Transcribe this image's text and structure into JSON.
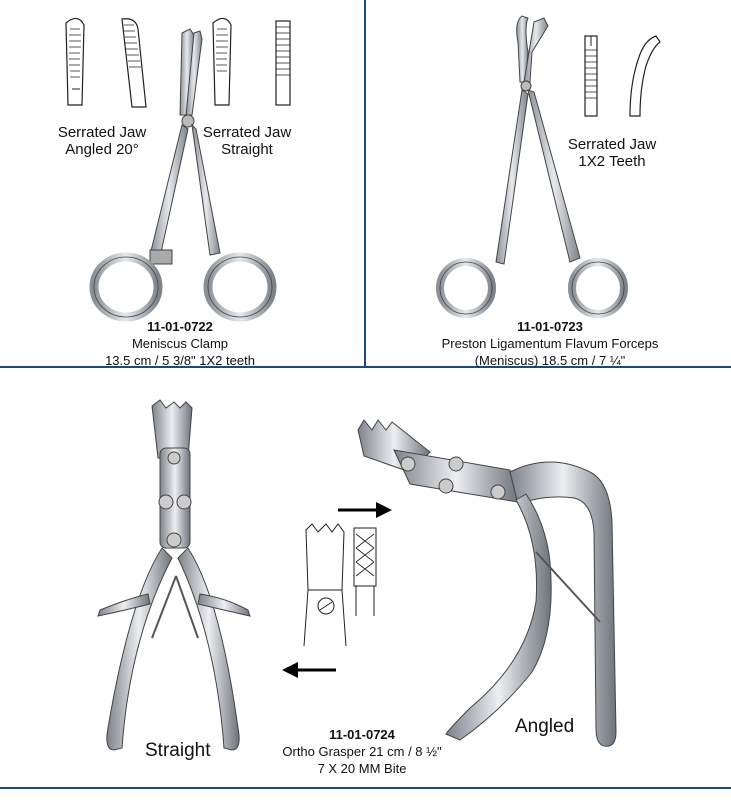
{
  "panel_1": {
    "callout_left": [
      "Serrated Jaw",
      "Angled 20°"
    ],
    "callout_right": [
      "Serrated Jaw",
      "Straight"
    ],
    "code": "11-01-0722",
    "name": "Meniscus Clamp",
    "size": "13.5 cm / 5 3/8\" 1X2 teeth"
  },
  "panel_2": {
    "callout": [
      "Serrated Jaw",
      "1X2 Teeth"
    ],
    "code": "11-01-0723",
    "name": "Preston Ligamentum Flavum Forceps",
    "size": "(Meniscus) 18.5 cm / 7 ¼\""
  },
  "panel_3": {
    "label_straight": "Straight",
    "label_angled": "Angled",
    "code": "11-01-0724",
    "name": "Ortho Grasper 21 cm / 8 ½\"",
    "bite": "7 X 20 MM Bite"
  },
  "colors": {
    "rule": "#1e4a7a",
    "metal": "#c9cdd2",
    "metal_dark": "#7d838b"
  }
}
